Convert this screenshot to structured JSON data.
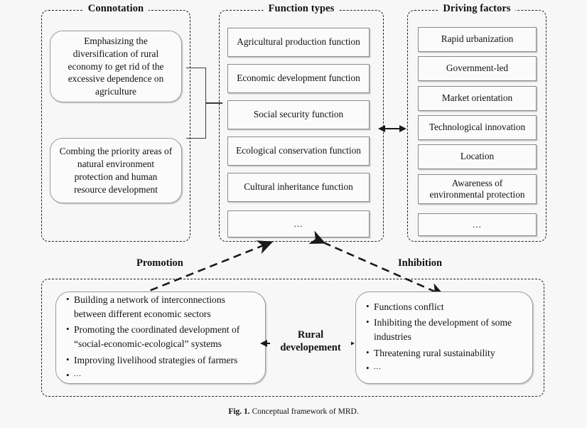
{
  "figure": {
    "caption_label": "Fig. 1.",
    "caption_text": "Conceptual framework of MRD."
  },
  "groups": {
    "connotation": {
      "title": "Connotation",
      "items": [
        {
          "lines": [
            "Emphasizing the",
            "diversification of rural",
            "economy to get rid of the",
            "excessive dependence on",
            "agriculture"
          ]
        },
        {
          "lines": [
            "Combing the priority areas of",
            "natural environment",
            "protection and human",
            "resource development"
          ]
        }
      ]
    },
    "function_types": {
      "title": "Function types",
      "items": [
        "Agricultural production function",
        "Economic development function",
        "Social security function",
        "Ecological conservation function",
        "Cultural inheritance function",
        "..."
      ]
    },
    "driving_factors": {
      "title": "Driving factors",
      "items": [
        "Rapid urbanization",
        "Government-led",
        "Market orientation",
        "Technological innovation",
        "Location",
        "Awareness of\nenvironmental protection",
        "..."
      ]
    },
    "outcomes": {
      "promotion": {
        "label": "Promotion",
        "bullets": [
          "Building a network of interconnections between different economic sectors",
          "Promoting the coordinated development of “social-economic-ecological” systems",
          "Improving livelihood strategies of farmers",
          "..."
        ]
      },
      "inhibition": {
        "label": "Inhibition",
        "bullets": [
          "Functions conflict",
          "Inhibiting the development of some industries",
          "Threatening rural sustainability",
          "..."
        ]
      }
    }
  },
  "center_label": {
    "line1": "Rural",
    "line2": "developement"
  },
  "colors": {
    "background": "#f7f7f7",
    "dashed_border": "#222222",
    "box_border": "#8a8a8a",
    "text": "#111111",
    "arrow": "#1a1a1a"
  }
}
